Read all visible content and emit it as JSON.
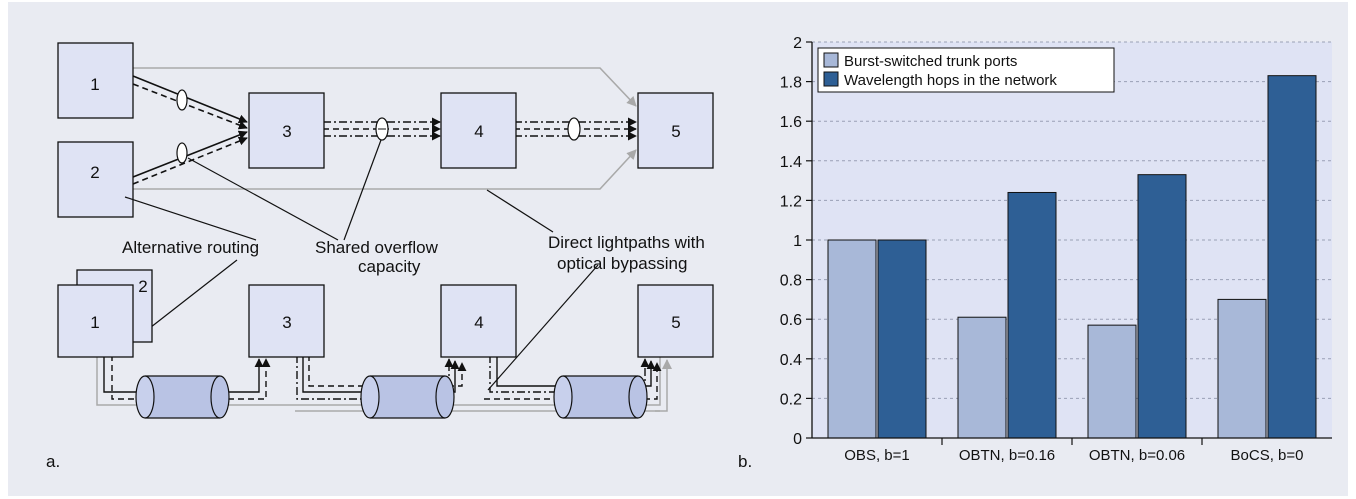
{
  "colors": {
    "background": "#e9ebf2",
    "box_fill": "#dfe3f4",
    "box_stroke": "#111111",
    "cylinder_fill": "#b9c3e4",
    "plot_area": "#dfe3f4",
    "grid": "#9aa0b5",
    "light_path": "#a9a9a9",
    "series_light": "#a8b8d8",
    "series_dark": "#2e5f95"
  },
  "panel_a": {
    "label": "a.",
    "nodes_top": [
      "1",
      "2",
      "3",
      "4",
      "5"
    ],
    "nodes_bottom": [
      "1",
      "2",
      "3",
      "4",
      "5"
    ],
    "annotations": {
      "alternative_routing": "Alternative routing",
      "shared_overflow_line1": "Shared overflow",
      "shared_overflow_line2": "capacity",
      "direct_lightpaths_line1": "Direct lightpaths with",
      "direct_lightpaths_line2": "optical bypassing"
    }
  },
  "panel_b": {
    "label": "b."
  },
  "chart_data": {
    "type": "bar",
    "categories": [
      "OBS, b=1",
      "OBTN, b=0.16",
      "OBTN, b=0.06",
      "BoCS, b=0"
    ],
    "series": [
      {
        "name": "Burst-switched trunk ports",
        "values": [
          1.0,
          0.61,
          0.57,
          0.7
        ],
        "color": "#a8b8d8"
      },
      {
        "name": "Wavelength hops in the network",
        "values": [
          1.0,
          1.24,
          1.33,
          1.83
        ],
        "color": "#2e5f95"
      }
    ],
    "ylim": [
      0,
      2
    ],
    "yticks": [
      "0",
      "0.2",
      "0.4",
      "0.6",
      "0.8",
      "1",
      "1.2",
      "1.4",
      "1.6",
      "1.8",
      "2"
    ],
    "grid": true,
    "legend_position": "top-left",
    "title": "",
    "xlabel": "",
    "ylabel": ""
  }
}
